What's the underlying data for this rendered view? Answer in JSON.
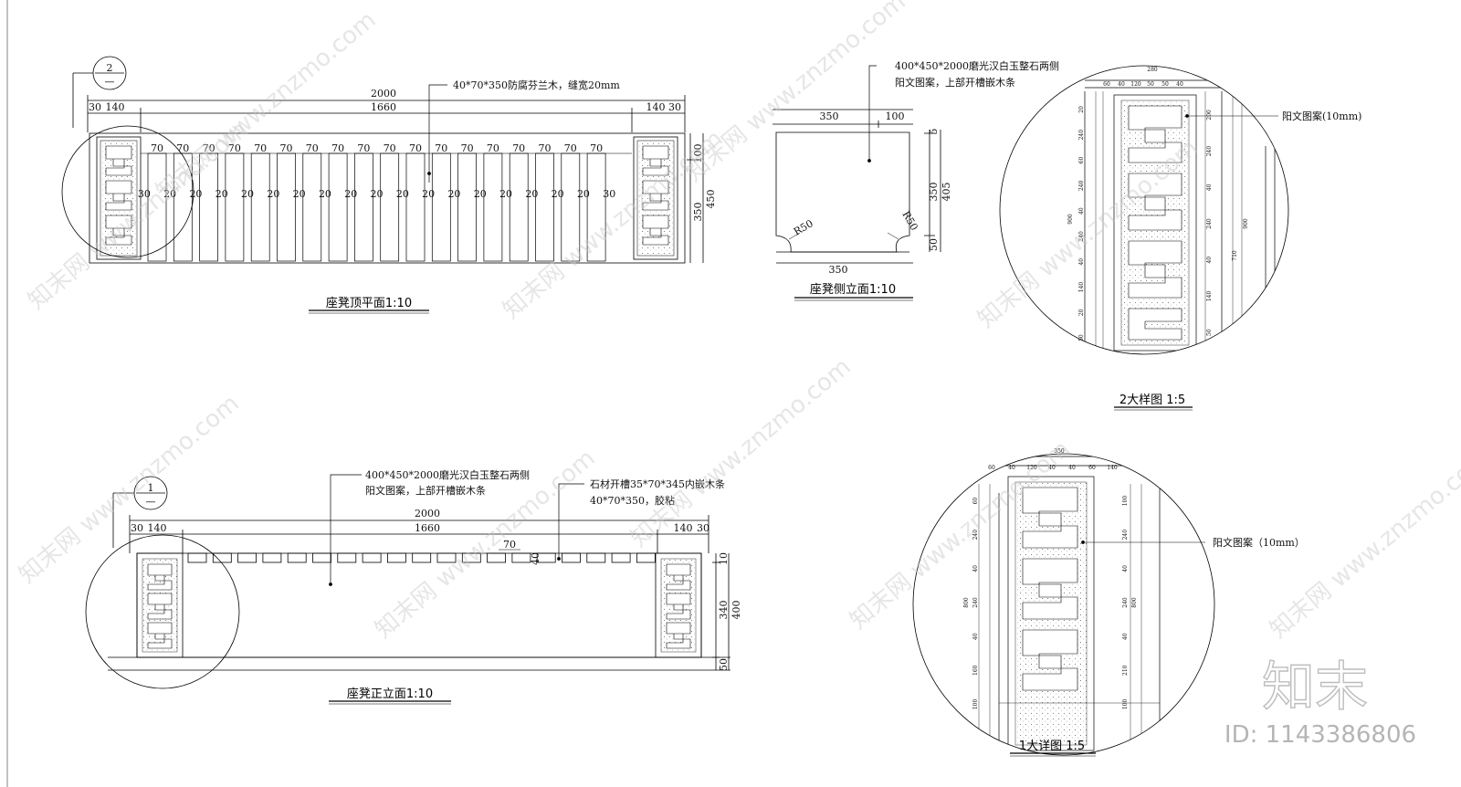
{
  "views": {
    "top_plan": {
      "title": "座凳顶平面1:10",
      "callout": "2",
      "note": "40*70*350防腐芬兰木，缝宽20mm",
      "dim_total": "2000",
      "dim_inner": "1660",
      "dim_end_a": "30",
      "dim_end_b": "140",
      "dim_slat": "70",
      "dim_gap": "20",
      "dim_gap_end": "30",
      "dim_h1": "100",
      "dim_h2": "350",
      "dim_h3": "450"
    },
    "side_elev": {
      "title": "座凳侧立面1:10",
      "note_line1": "400*450*2000磨光汉白玉整石两侧",
      "note_line2": "阳文图案，上部开槽嵌木条",
      "dim_top": "350",
      "dim_top_b": "100",
      "dim_bottom": "350",
      "dim_h_a": "5",
      "dim_h_b": "350",
      "dim_h_c": "405",
      "dim_h_d": "50",
      "radius_l": "R50",
      "radius_r": "R50"
    },
    "detail2": {
      "title": "2大样图 1:5",
      "label": "阳文图案(10mm)",
      "dims_top": [
        "280",
        "60",
        "40",
        "120",
        "50",
        "50",
        "40"
      ],
      "dims_left": [
        "20",
        "240",
        "60",
        "240",
        "40",
        "240",
        "40",
        "140",
        "20",
        "50"
      ],
      "dims_right": [
        "200",
        "240",
        "40",
        "240",
        "40",
        "140",
        "50"
      ],
      "total_a": "900",
      "total_b": "710",
      "total_c": "900"
    },
    "front_elev": {
      "title": "座凳正立面1:10",
      "callout": "1",
      "note1_line1": "400*450*2000磨光汉白玉整石两侧",
      "note1_line2": "阳文图案，上部开槽嵌木条",
      "note2_line1": "石材开槽35*70*345内嵌木条",
      "note2_line2": "40*70*350，胶粘",
      "dim_total": "2000",
      "dim_inner": "1660",
      "dim_end_a": "30",
      "dim_end_b": "140",
      "dim_slat": "70",
      "dim_slot": "40",
      "dim_h1": "10",
      "dim_h2": "340",
      "dim_h3": "400",
      "dim_h4": "50"
    },
    "detail1": {
      "title": "1大详图 1:5",
      "label": "阳文图案（10mm）",
      "dims_top": [
        "350",
        "60",
        "40",
        "120",
        "40",
        "40",
        "60",
        "140"
      ],
      "dims_left": [
        "60",
        "240",
        "40",
        "240",
        "40",
        "160",
        "100"
      ],
      "dims_right": [
        "100",
        "240",
        "40",
        "240",
        "40",
        "210",
        "100"
      ],
      "total_a": "800",
      "total_b": "800"
    }
  },
  "watermarks": [
    "知末网 www.znzmo.com"
  ],
  "brand": {
    "logo": "知末",
    "id": "ID: 1143386806"
  }
}
